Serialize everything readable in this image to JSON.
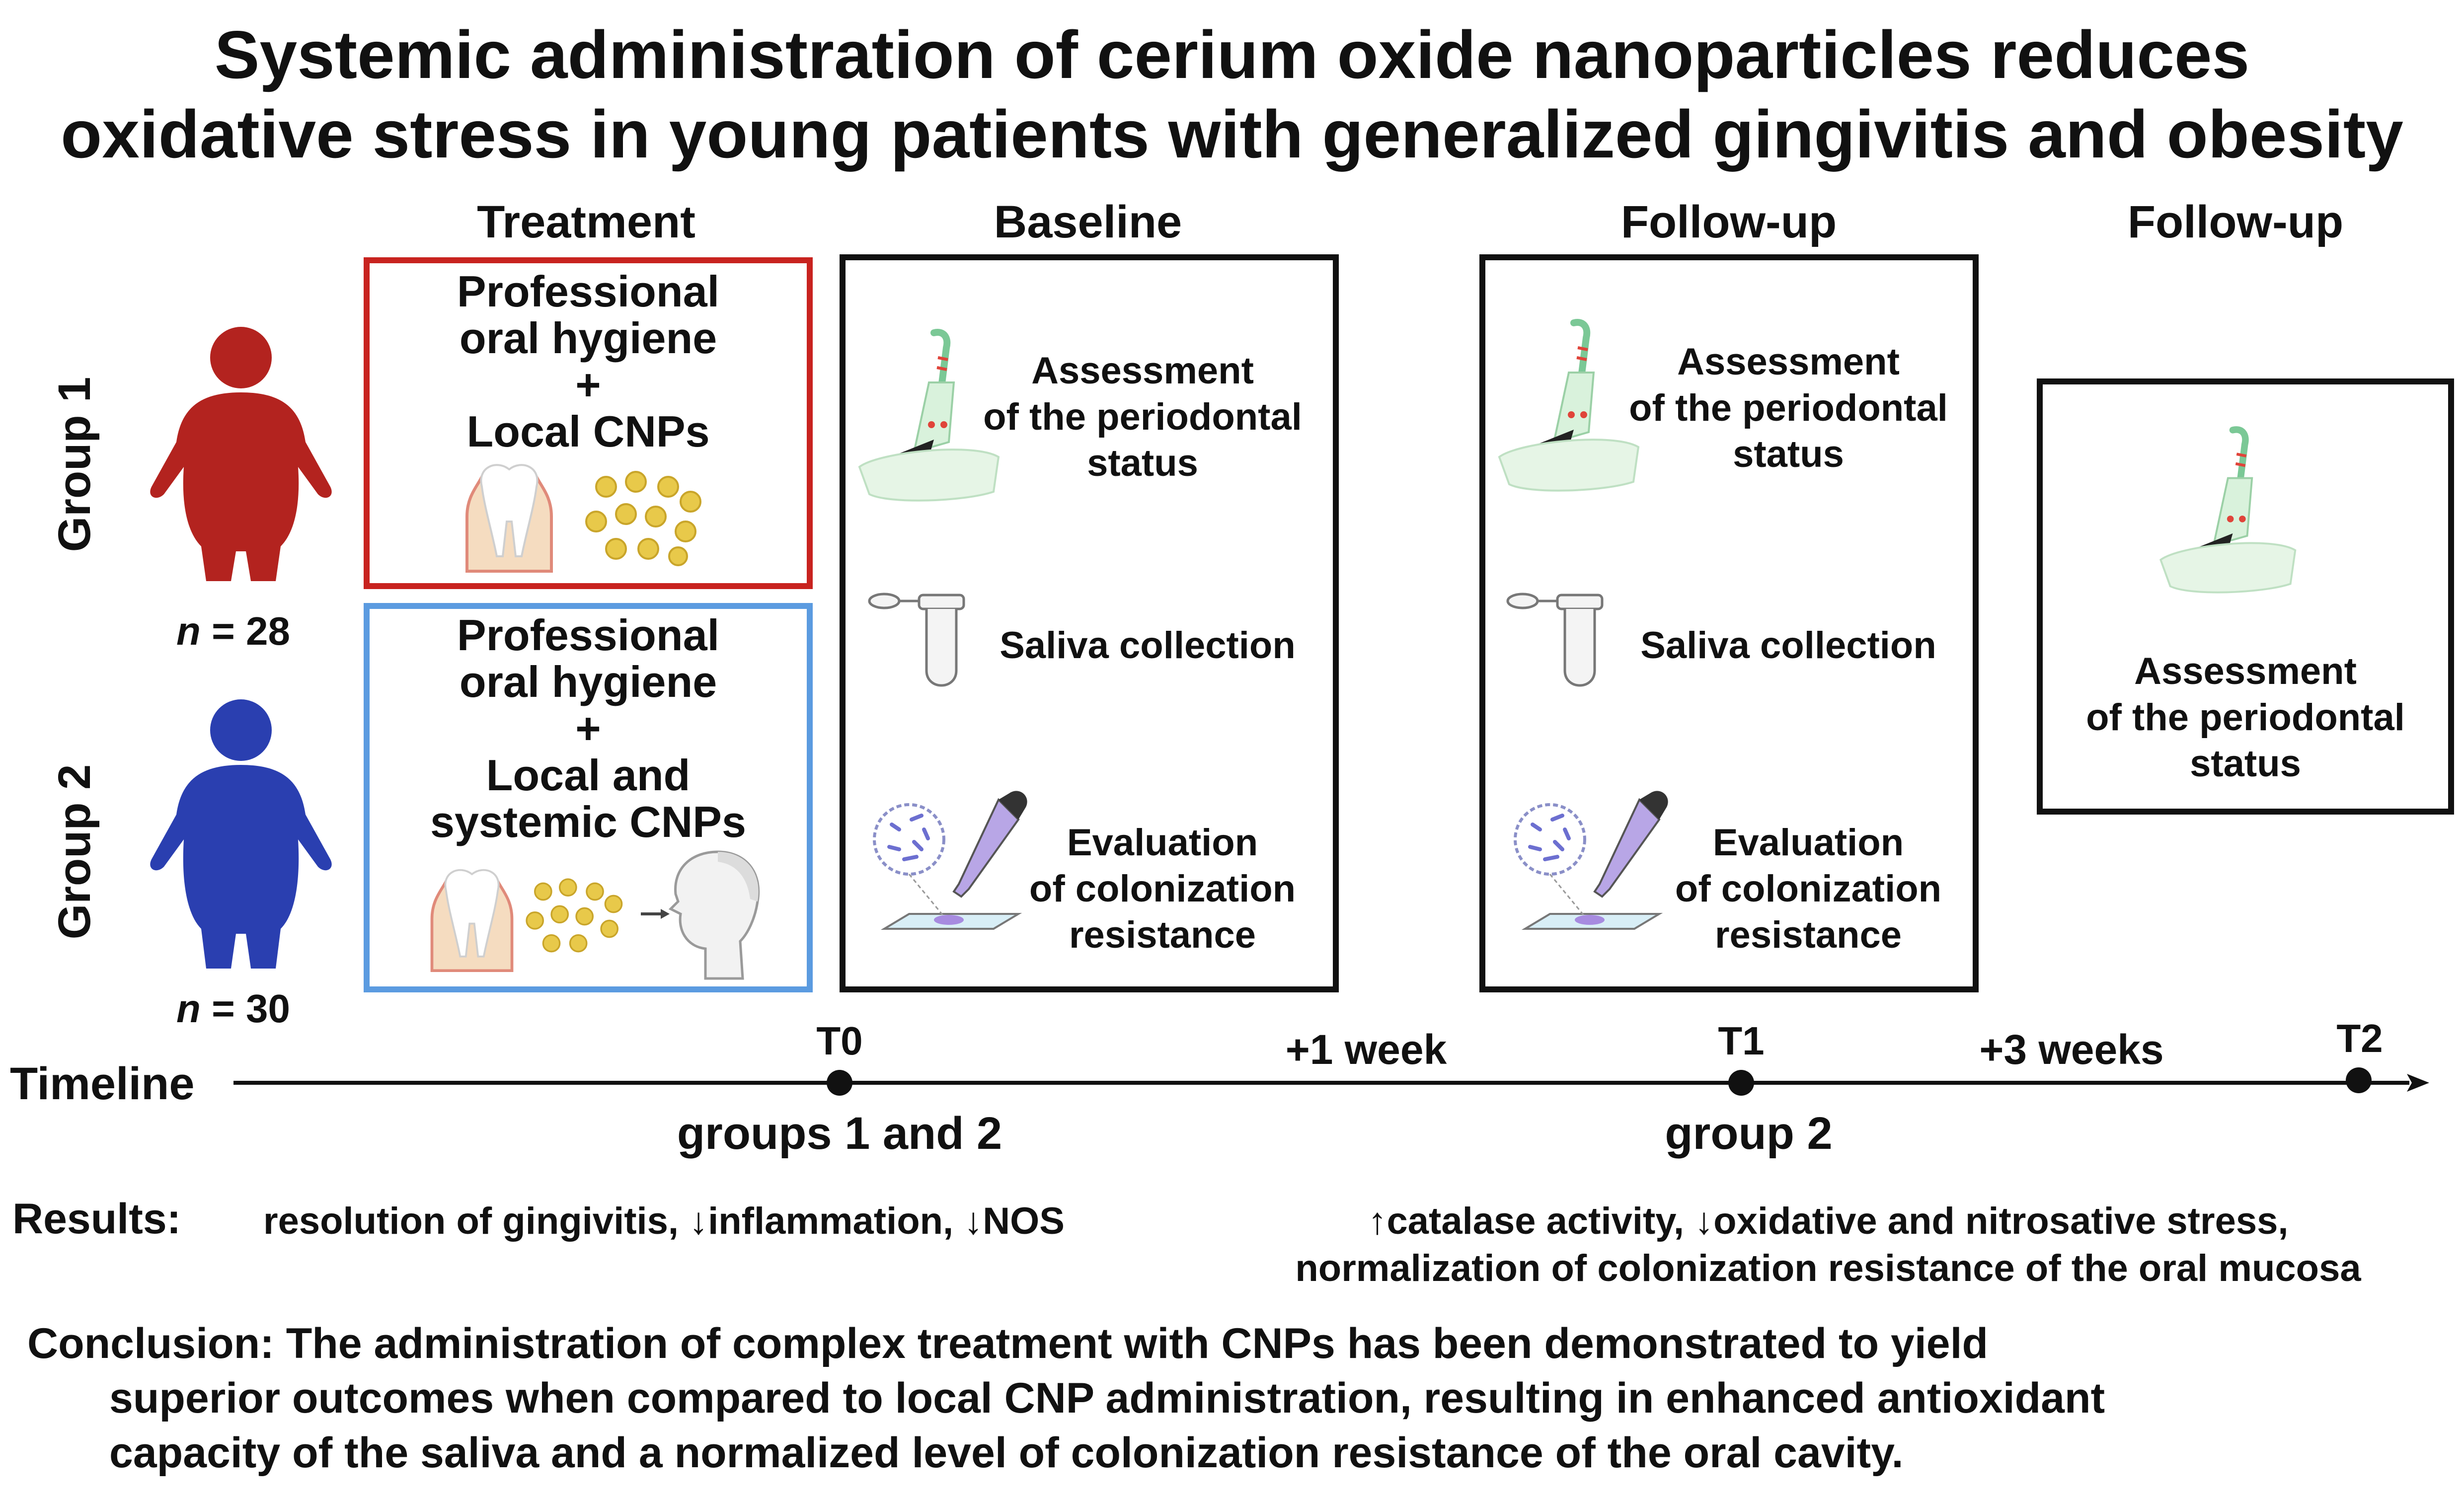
{
  "title": {
    "line1": "Systemic administration of cerium oxide nanoparticles reduces",
    "line2": "oxidative stress in young patients with generalized gingivitis and obesity"
  },
  "columns": {
    "treatment": "Treatment",
    "baseline": "Baseline",
    "followup1": "Follow-up",
    "followup2": "Follow-up"
  },
  "groups": {
    "group1": {
      "label": "Group 1",
      "n_prefix": "n",
      "n_value": "= 28",
      "color": "#b3231f"
    },
    "group2": {
      "label": "Group 2",
      "n_prefix": "n",
      "n_value": "= 30",
      "color": "#2a3fb0"
    }
  },
  "treatment": {
    "group1": {
      "line1": "Professional",
      "line2": "oral hygiene",
      "plus": "+",
      "line3": "Local CNPs"
    },
    "group2": {
      "line1": "Professional",
      "line2": "oral hygiene",
      "plus": "+",
      "line3": "Local and",
      "line4": "systemic CNPs"
    }
  },
  "baseline": {
    "assess": {
      "l1": "Assessment",
      "l2": "of the periodontal",
      "l3": "status"
    },
    "saliva": "Saliva collection",
    "eval": {
      "l1": "Evaluation",
      "l2": "of colonization",
      "l3": "resistance"
    }
  },
  "followup1": {
    "assess": {
      "l1": "Assessment",
      "l2": "of the periodontal",
      "l3": "status"
    },
    "saliva": "Saliva collection",
    "eval": {
      "l1": "Evaluation",
      "l2": "of colonization",
      "l3": "resistance"
    }
  },
  "followup2": {
    "assess": {
      "l1": "Assessment",
      "l2": "of the periodontal",
      "l3": "status"
    }
  },
  "timeline": {
    "label": "Timeline",
    "t0": "T0",
    "t1": "T1",
    "t2": "T2",
    "interval1": "+1 week",
    "interval2": "+3 weeks",
    "under_t0": "groups 1 and 2",
    "under_t1": "group 2"
  },
  "results": {
    "label": "Results:",
    "left": "resolution of gingivitis, ↓inflammation, ↓NOS",
    "right1": "↑catalase activity, ↓oxidative and nitrosative stress,",
    "right2": "normalization of colonization resistance of the oral mucosa"
  },
  "conclusion": {
    "line1": "Conclusion: The administration of complex treatment with CNPs has been demonstrated to yield",
    "line2": "superior outcomes when compared to local CNP administration, resulting in enhanced antioxidant",
    "line3": "capacity of the saliva and a normalized level of colonization resistance of the oral cavity."
  }
}
